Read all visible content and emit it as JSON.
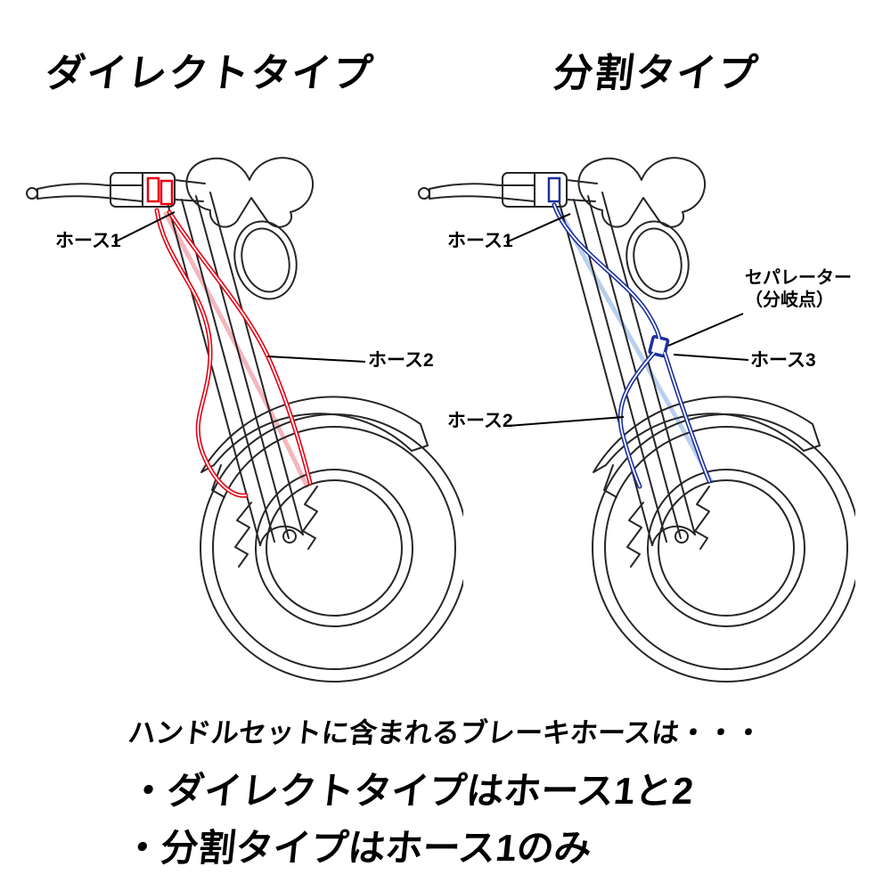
{
  "titles": {
    "direct": "ダイレクトタイプ",
    "split": "分割タイプ"
  },
  "direct_diagram": {
    "hose1_label": "ホース1",
    "hose2_label": "ホース2",
    "hose_color": "#e60012",
    "hose_color_light": "#f5b5bb"
  },
  "split_diagram": {
    "hose1_label": "ホース1",
    "hose2_label": "ホース2",
    "hose3_label": "ホース3",
    "separator_label_line1": "セパレーター",
    "separator_label_line2": "（分岐点）",
    "hose_color": "#1c2f9d",
    "hose_color_light": "#b9cfef"
  },
  "footer": {
    "lead": "ハンドルセットに含まれるブレーキホースは・・・",
    "bullets": [
      "・ダイレクトタイプはホース1と2",
      "・分割タイプはホース1のみ"
    ]
  }
}
